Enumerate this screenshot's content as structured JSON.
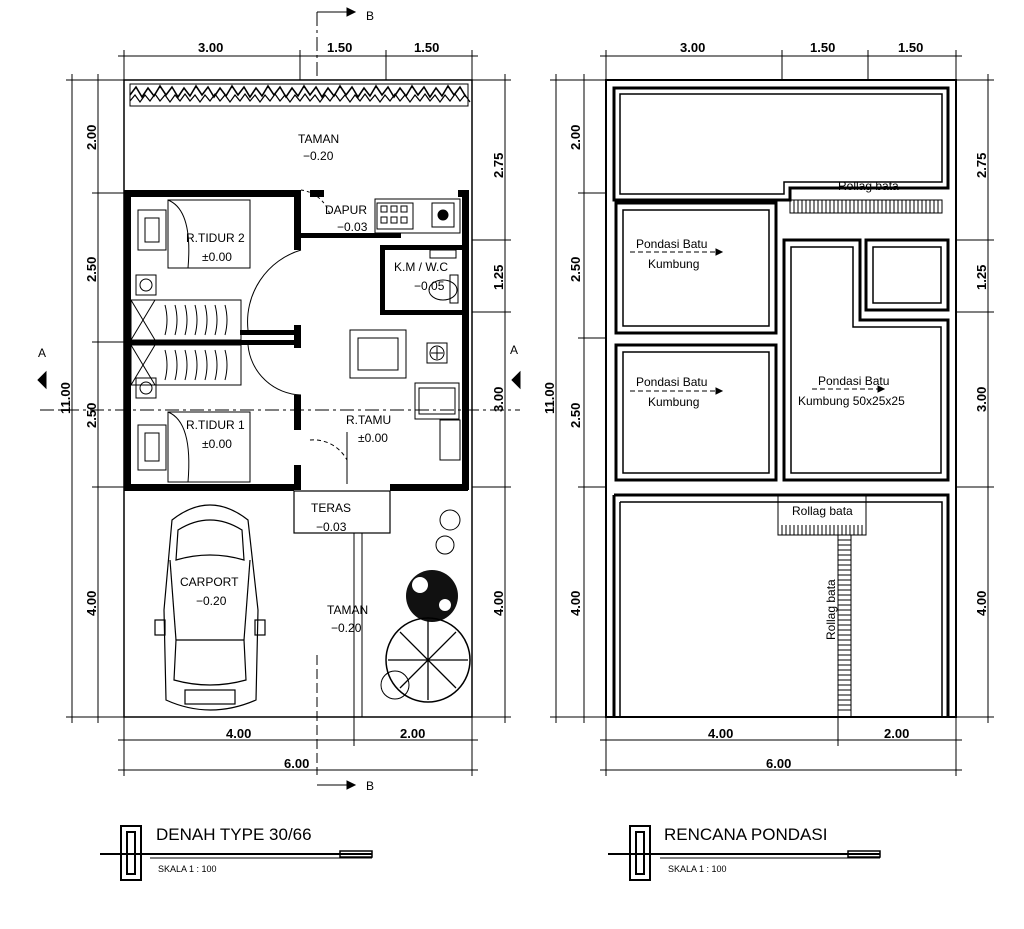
{
  "plan_left": {
    "title": "DENAH TYPE 30/66",
    "scale": "SKALA 1 : 100",
    "dims_top": [
      "3.00",
      "1.50",
      "1.50"
    ],
    "dims_bottom": [
      "4.00",
      "2.00"
    ],
    "dims_total_width": "6.00",
    "dims_left": [
      "2.00",
      "2.50",
      "2.50",
      "4.00"
    ],
    "dims_left_total": "11.00",
    "dims_right": [
      "2.75",
      "1.25",
      "3.00",
      "4.00"
    ],
    "section_a": "A",
    "section_b": "B",
    "rooms": {
      "taman_top": {
        "name": "TAMAN",
        "level": "−0.20"
      },
      "dapur": {
        "name": "DAPUR",
        "level": "−0.03"
      },
      "r_tidur_2": {
        "name": "R.TIDUR 2",
        "level": "±0.00"
      },
      "kmwc": {
        "name": "K.M / W.C",
        "level": "−0.05"
      },
      "r_tamu": {
        "name": "R.TAMU",
        "level": "±0.00"
      },
      "r_tidur_1": {
        "name": "R.TIDUR 1",
        "level": "±0.00"
      },
      "teras": {
        "name": "TERAS",
        "level": "−0.03"
      },
      "carport": {
        "name": "CARPORT",
        "level": "−0.20"
      },
      "taman_bottom": {
        "name": "TAMAN",
        "level": "−0.20"
      }
    }
  },
  "plan_right": {
    "title": "RENCANA PONDASI",
    "scale": "SKALA 1 : 100",
    "dims_top": [
      "3.00",
      "1.50",
      "1.50"
    ],
    "dims_bottom": [
      "4.00",
      "2.00"
    ],
    "dims_total_width": "6.00",
    "dims_left": [
      "2.00",
      "2.50",
      "2.50",
      "4.00"
    ],
    "dims_left_total": "11.00",
    "dims_right": [
      "2.75",
      "1.25",
      "3.00",
      "4.00"
    ],
    "labels": {
      "rollag_top": "Rollag bata",
      "pondasi_1a": "Pondasi Batu",
      "pondasi_1b": "Kumbung",
      "pondasi_2a": "Pondasi Batu",
      "pondasi_2b": "Kumbung",
      "pondasi_3a": "Pondasi Batu",
      "pondasi_3b": "Kumbung 50x25x25",
      "rollag_mid": "Rollag bata",
      "rollag_vertical": "Rollag bata"
    }
  }
}
